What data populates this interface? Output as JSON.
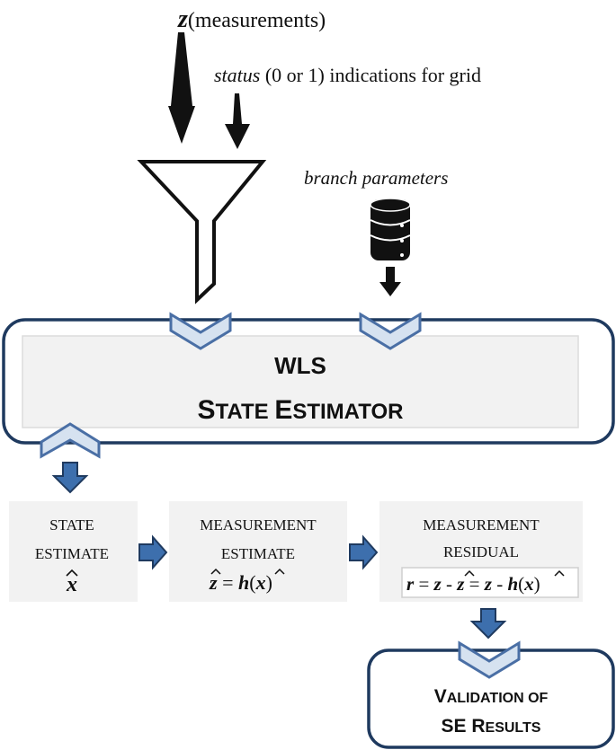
{
  "inputs": {
    "measurements_var": "z",
    "measurements_label": "(measurements)",
    "status_word": "status",
    "status_rest": " (0 or 1) indications for grid",
    "branch_label": "branch parameters"
  },
  "estimator": {
    "line1": "WLS",
    "line2_big1": "S",
    "line2_small1": "TATE",
    "line2_big2": "E",
    "line2_small2": "STIMATOR"
  },
  "boxes": {
    "state": {
      "line1": "STATE",
      "line2": "ESTIMATE",
      "formula": "x"
    },
    "measurement": {
      "line1": "MEASUREMENT",
      "line2": "ESTIMATE",
      "f_z": "z",
      "f_eq": " = ",
      "f_h": "h",
      "f_open": "(",
      "f_x": "x",
      "f_close": ")"
    },
    "residual": {
      "line1": "MEASUREMENT",
      "line2": "RESIDUAL",
      "f_r": "r",
      "f_eq1": " = ",
      "f_z1": "z",
      "f_minus1": " - ",
      "f_zhat": "z",
      "f_eq2": " = ",
      "f_z2": "z",
      "f_minus2": " - ",
      "f_h": "h",
      "f_open": "(",
      "f_x": "x",
      "f_close": ")"
    }
  },
  "validation": {
    "big1": "V",
    "small1": "ALIDATION OF",
    "line2_big": "SE R",
    "line2_small": "ESULTS"
  },
  "colors": {
    "frame": "#1f3a5f",
    "chevron_fill": "#d6e2f0",
    "chevron_stroke": "#4a6fa5",
    "arrow_blue": "#3d6fad",
    "arrow_blue_stroke": "#1f3a5f",
    "box_fill": "#f2f2f2"
  },
  "icons": {
    "funnel": "funnel-icon",
    "database": "database-icon"
  }
}
